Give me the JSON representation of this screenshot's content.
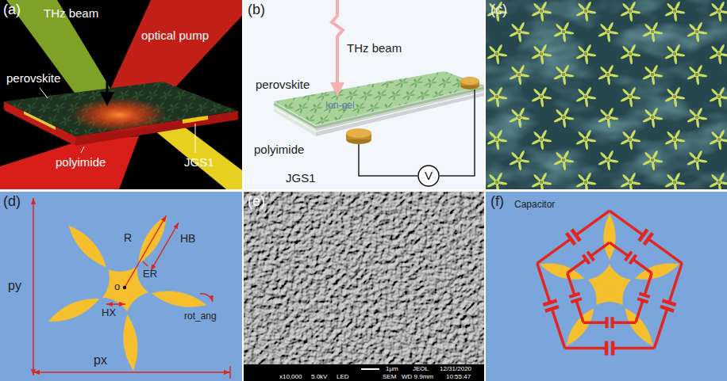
{
  "diagram": {
    "nodes": [
      {
        "text": [
          "V"
        ]
      }
    ],
    "labels": [
      "(a)",
      "THz beam",
      "optical pump",
      "perovskite",
      "polyimide",
      "JGS1",
      "(b)",
      "THz beam",
      "perovskite",
      "Ion-gel",
      "polyimide",
      "JGS1",
      "(c)",
      "(d)",
      "R",
      "HB",
      "ER",
      "o",
      "rot_ang",
      "HX",
      "py",
      "px",
      "(e)",
      "1μm",
      "JEOL",
      "12/31/2020",
      "x10,000",
      "5.0kV",
      "LED",
      "SEM",
      "WD 9.9mm",
      "10:55:47",
      "(f)",
      "Capacitor"
    ]
  }
}
